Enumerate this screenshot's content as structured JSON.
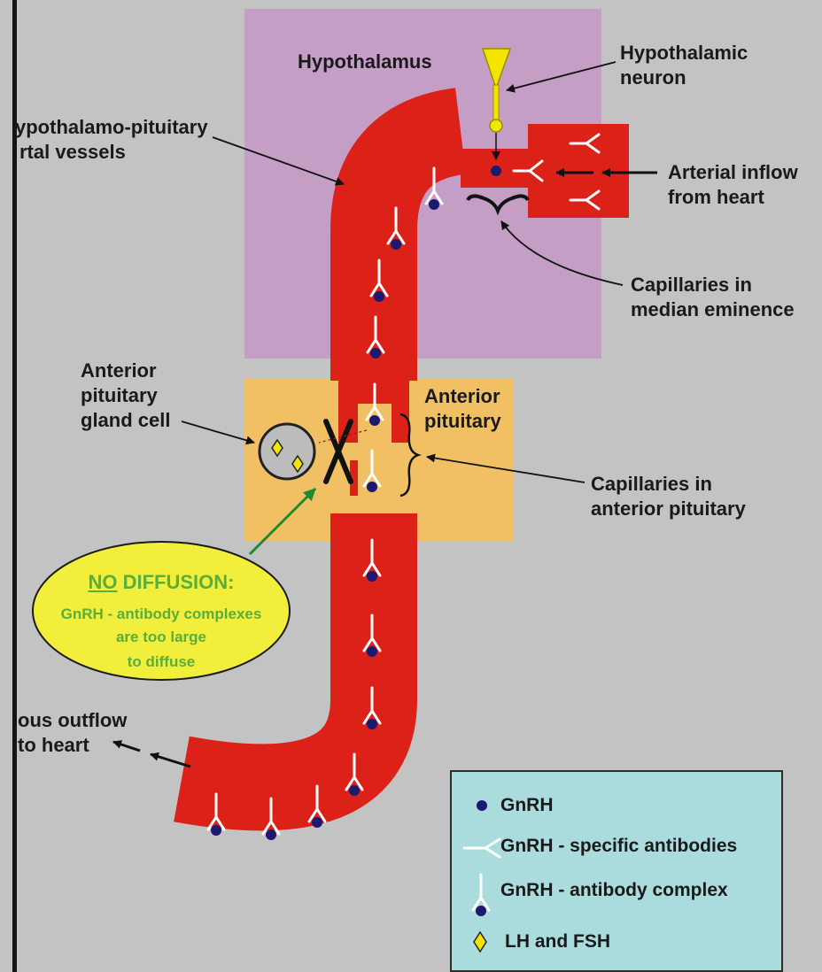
{
  "labels": {
    "hypothalamus": "Hypothalamus",
    "hypothalamic_neuron_1": "Hypothalamic",
    "hypothalamic_neuron_2": "neuron",
    "portal_vessels_1": "ypothalamo-pituitary",
    "portal_vessels_2": "rtal vessels",
    "arterial_inflow_1": "Arterial inflow",
    "arterial_inflow_2": "from heart",
    "cap_median_1": "Capillaries in",
    "cap_median_2": "median eminence",
    "ant_gland_cell_1": "Anterior",
    "ant_gland_cell_2": "pituitary",
    "ant_gland_cell_3": "gland cell",
    "ant_pituitary_1": "Anterior",
    "ant_pituitary_2": "pituitary",
    "cap_ant_1": "Capillaries in",
    "cap_ant_2": "anterior pituitary",
    "outflow_1": "ous outflow",
    "outflow_2": "to heart"
  },
  "callout": {
    "title_underlined": "NO",
    "title_rest": " DIFFUSION:",
    "line1": "GnRH - antibody complexes",
    "line2": "are too large",
    "line3": "to diffuse"
  },
  "legend": {
    "gnrh": "GnRH",
    "antibodies": "GnRH - specific antibodies",
    "complex": "GnRH - antibody complex",
    "lh_fsh": "LH and FSH"
  },
  "colors": {
    "background": "#c3c3c3",
    "hypothalamus_box": "#c59ec5",
    "pituitary_box": "#f1c064",
    "vessel": "#dc2119",
    "neuron": "#f3e500",
    "gnrh_dot": "#1c1a6e",
    "callout_fill": "#f2ee3c",
    "callout_text": "#5aae3c",
    "legend_fill": "#aadcde"
  }
}
